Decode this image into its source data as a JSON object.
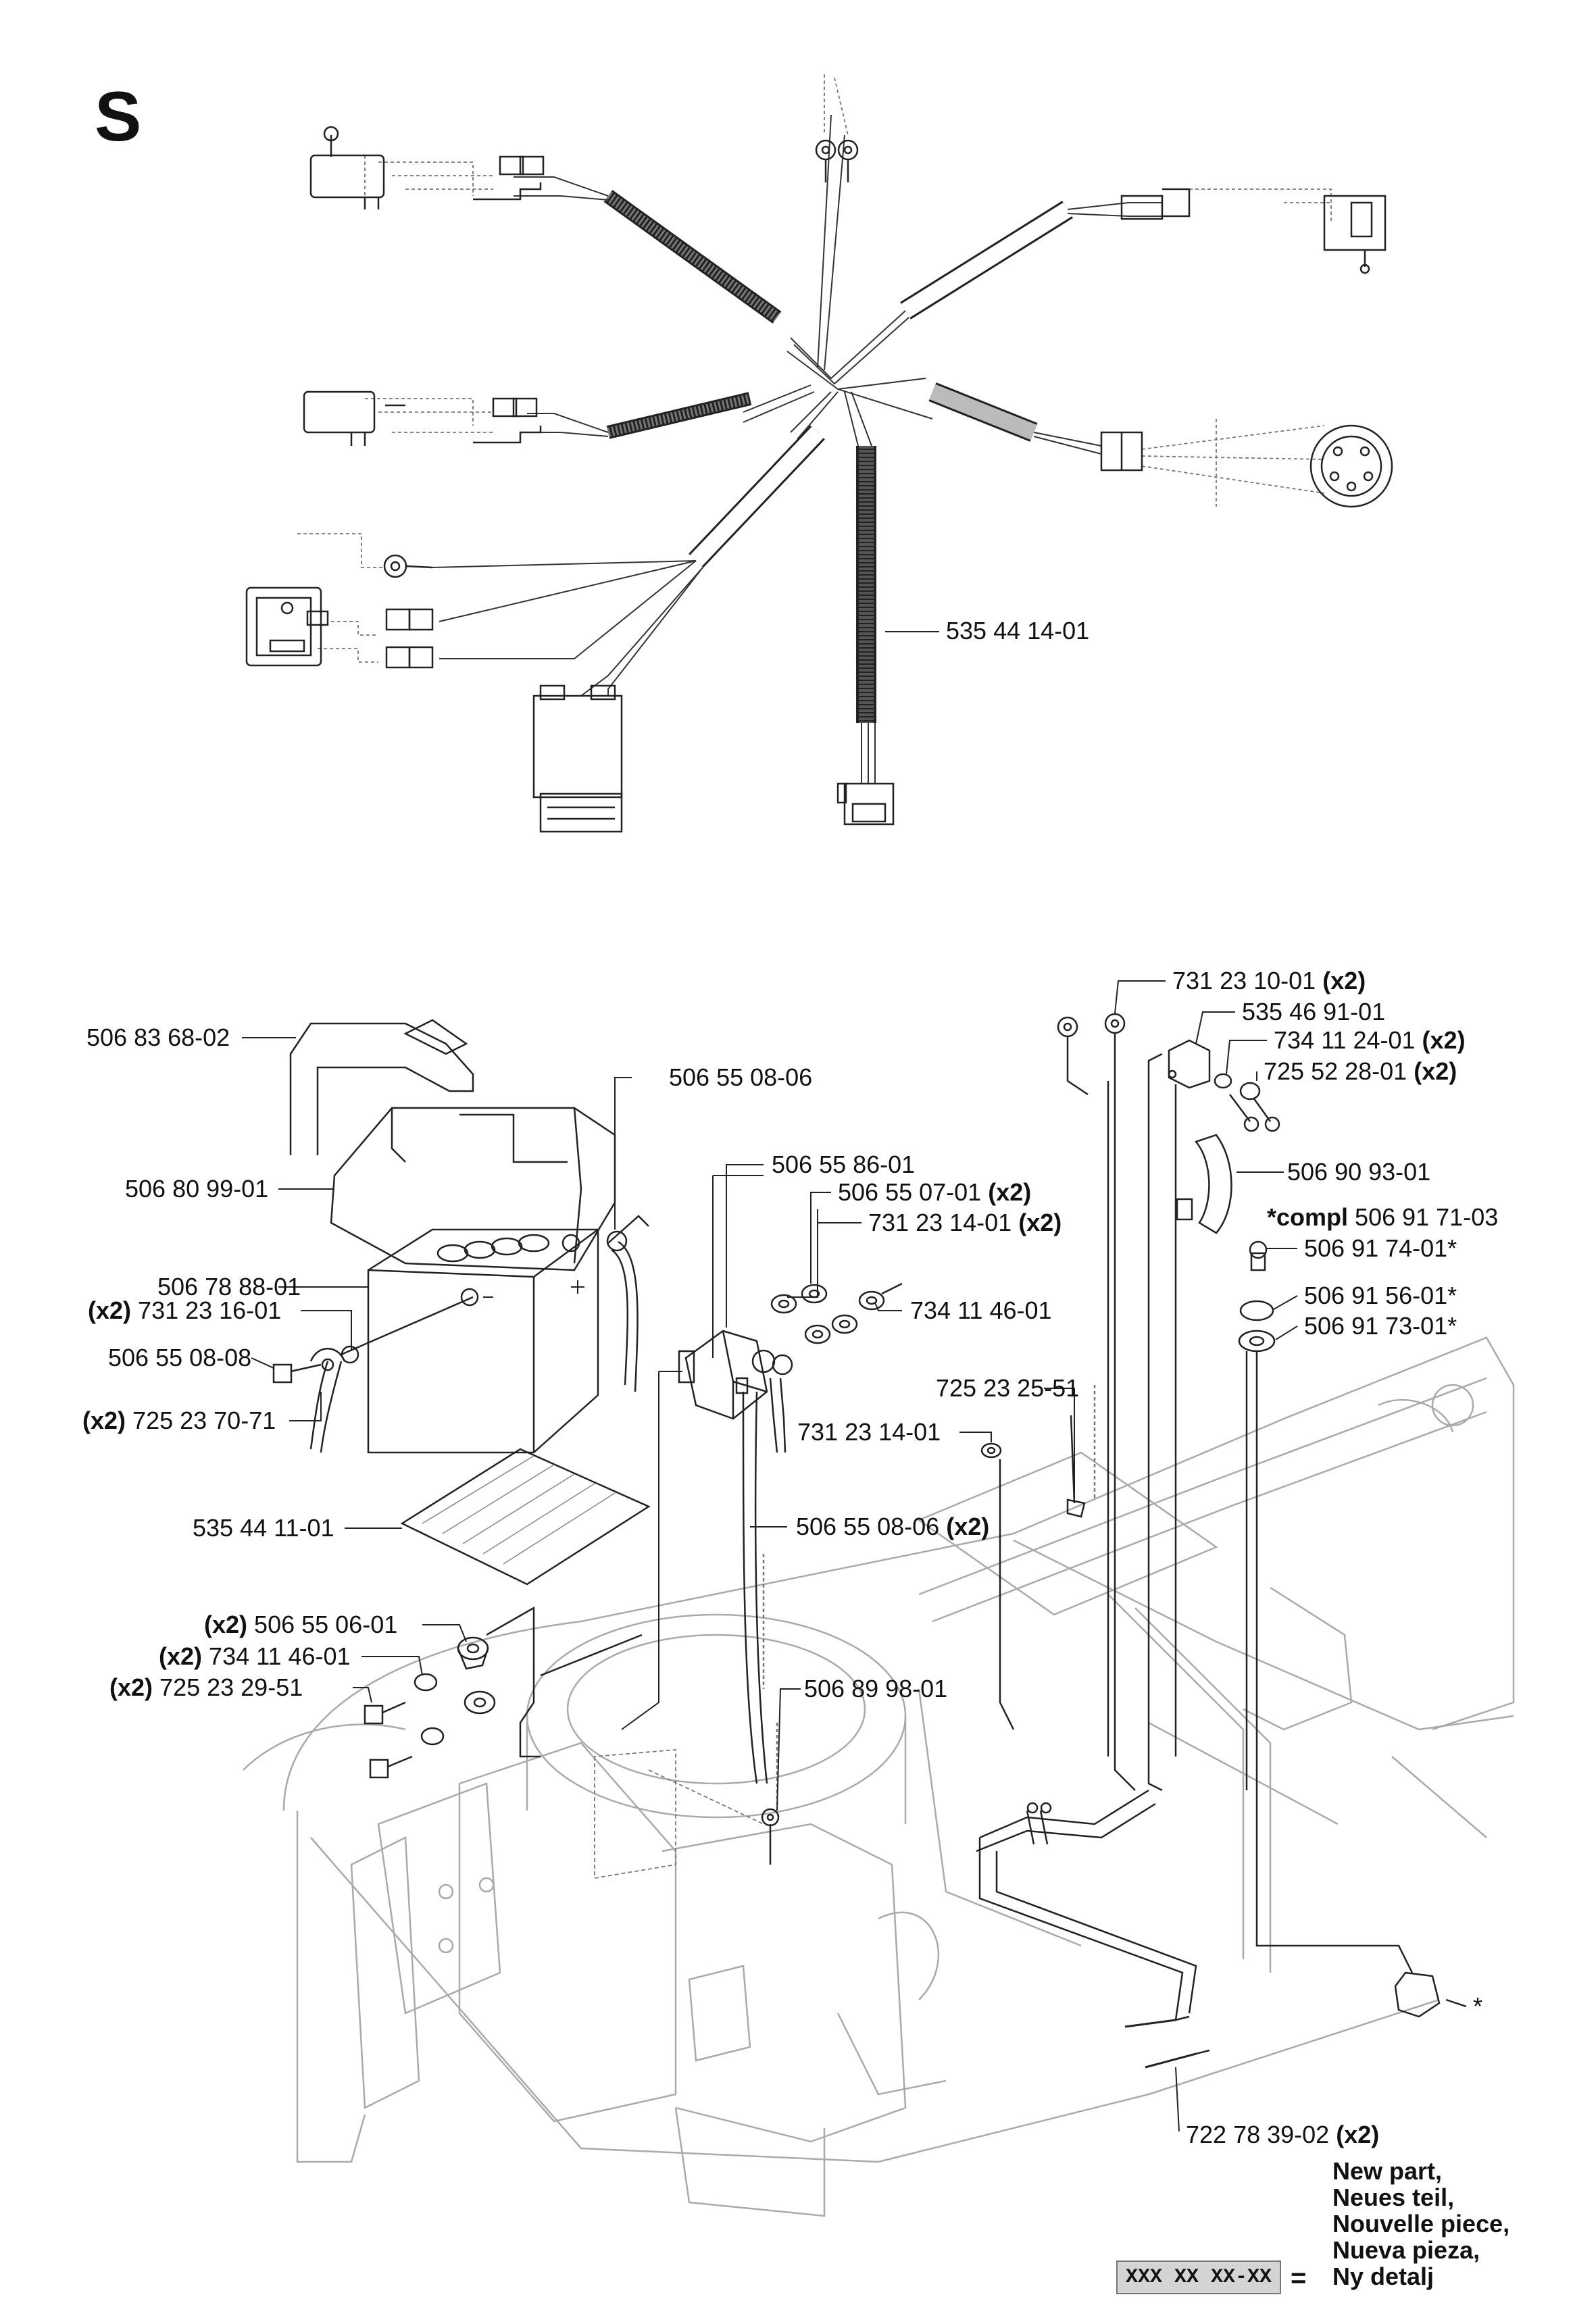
{
  "page": {
    "section_letter": "S"
  },
  "harness": {
    "part_label": "535 44 14-01"
  },
  "parts": {
    "bracket": "506 83 68-02",
    "battery_cover": "506 80 99-01",
    "battery": "506 78 88-01",
    "washer_left_qty": "(x2)",
    "washer_left": "731 23 16-01",
    "cable_end_left": "506 55 08-08",
    "screw_left_qty": "(x2)",
    "screw_left": "725 23 70-71",
    "battery_mat": "535 44 11-01",
    "cable_pos": "506 55 08-06",
    "solenoid": "506 55 86-01",
    "nut_a": "506 55 07-01",
    "nut_a_qty": "(x2)",
    "nut_b": "731 23 14-01",
    "nut_b_qty": "(x2)",
    "washer_a": "734 11 46-01",
    "screw_b": "725 23 25-51",
    "nut_c": "731 23 14-01",
    "cable_multi": "506 55 08-06",
    "cable_multi_qty": "(x2)",
    "spacer_qty": "(x2)",
    "spacer": "506 55 06-01",
    "washer_b_qty": "(x2)",
    "washer_b": "734 11 46-01",
    "screw_c_qty": "(x2)",
    "screw_c": "725 23 29-51",
    "ground_cable": "506 89 98-01",
    "nut_top": "731 23 10-01",
    "nut_top_qty": "(x2)",
    "switch": "535 46 91-01",
    "washer_top": "734 11 24-01",
    "washer_top_qty": "(x2)",
    "screw_top": "725 52 28-01",
    "screw_top_qty": "(x2)",
    "clip": "506 90 93-01",
    "compl_prefix": "*compl",
    "compl": "506 91 71-03",
    "key": "506 91 74-01*",
    "nut_ign": "506 91 56-01*",
    "washer_ign": "506 91 73-01*",
    "cable_tie": "722 78 39-02",
    "cable_tie_qty": "(x2)",
    "asterisk": "*"
  },
  "legend": {
    "lines": [
      "New part,",
      "Neues teil,",
      "Nouvelle piece,",
      "Nueva pieza,",
      "Ny detalj"
    ],
    "box_text": "XXX XX XX-XX",
    "equals": "="
  }
}
